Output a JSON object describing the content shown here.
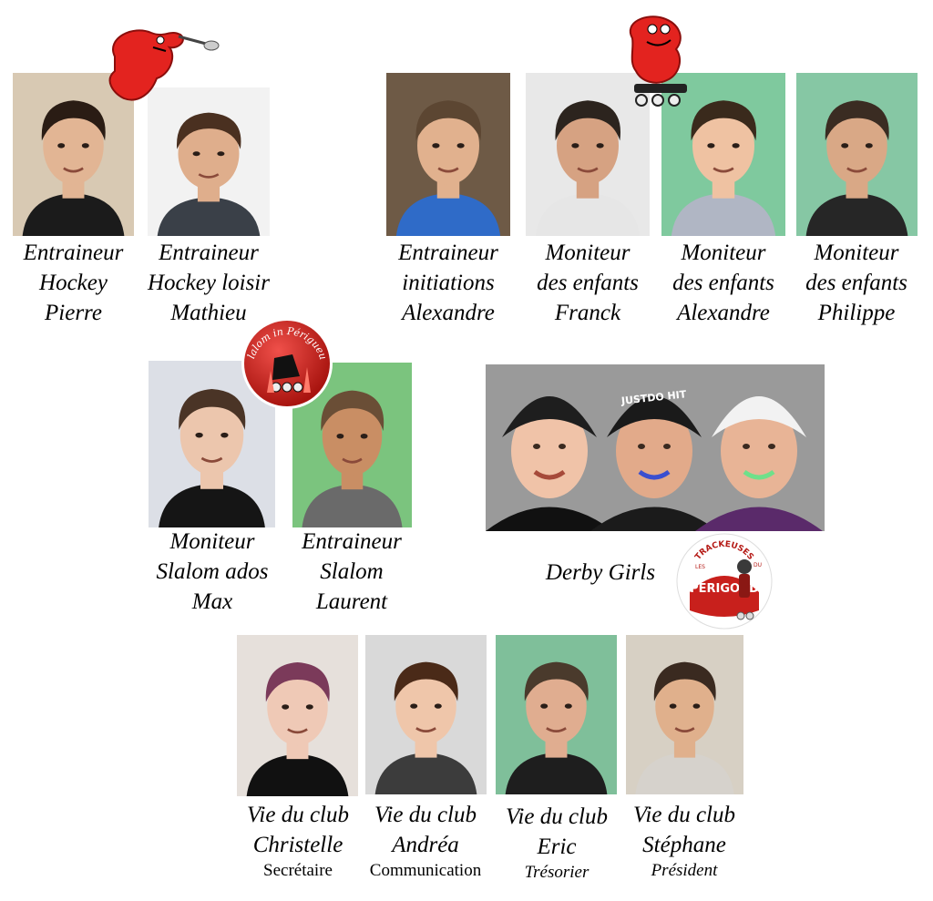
{
  "people": [
    {
      "id": "pierre",
      "lines": [
        "Entraineur",
        "Hockey",
        "Pierre"
      ],
      "bg": "#d8c9b3",
      "skin": "#e2b594",
      "hair": "#2a1c14",
      "shirt": "#1b1b1b"
    },
    {
      "id": "mathieu",
      "lines": [
        "Entraineur",
        "Hockey loisir",
        "Mathieu"
      ],
      "bg": "#f2f2f2",
      "skin": "#dfae8c",
      "hair": "#4a3020",
      "shirt": "#3a4048"
    },
    {
      "id": "alexandre-init",
      "lines": [
        "Entraineur",
        "initiations",
        "Alexandre"
      ],
      "bg": "#6e5a46",
      "skin": "#e1b18e",
      "hair": "#5c4632",
      "shirt": "#2f6bc8"
    },
    {
      "id": "franck",
      "lines": [
        "Moniteur",
        "des enfants",
        "Franck"
      ],
      "bg": "#e8e8e8",
      "skin": "#d6a282",
      "hair": "#2c241e",
      "shirt": "#e6e6e6"
    },
    {
      "id": "alexandre-enf",
      "lines": [
        "Moniteur",
        "des enfants",
        "Alexandre"
      ],
      "bg": "#7fc99e",
      "skin": "#efc2a2",
      "hair": "#3a2a1c",
      "shirt": "#b0b6c4"
    },
    {
      "id": "philippe",
      "lines": [
        "Moniteur",
        "des enfants",
        "Philippe"
      ],
      "bg": "#86c7a4",
      "skin": "#d9a886",
      "hair": "#3a2c22",
      "shirt": "#262626"
    },
    {
      "id": "max",
      "lines": [
        "Moniteur",
        "Slalom ados",
        "Max"
      ],
      "bg": "#dcdfe6",
      "skin": "#ecc6ad",
      "hair": "#4a3426",
      "shirt": "#151515"
    },
    {
      "id": "laurent",
      "lines": [
        "Entraineur",
        "Slalom",
        "Laurent"
      ],
      "bg": "#7bc47e",
      "skin": "#c98e64",
      "hair": "#6a4e36",
      "shirt": "#6a6a6a"
    },
    {
      "id": "christelle",
      "lines": [
        "Vie du club",
        "Christelle"
      ],
      "role": "Secrétaire",
      "role_italic": false,
      "bg": "#e6e0db",
      "skin": "#efc9b6",
      "hair": "#7b3a5a",
      "shirt": "#111111"
    },
    {
      "id": "andrea",
      "lines": [
        "Vie du club",
        "Andréa"
      ],
      "role": "Communication",
      "role_italic": false,
      "bg": "#d9d9d9",
      "skin": "#efc6aa",
      "hair": "#4a2a18",
      "shirt": "#3c3c3c"
    },
    {
      "id": "eric",
      "lines": [
        "Vie du club",
        "Eric"
      ],
      "role": "Trésorier",
      "role_italic": true,
      "bg": "#7fbf9a",
      "skin": "#e0ad90",
      "hair": "#4a3a2c",
      "shirt": "#1e1e1e"
    },
    {
      "id": "stephane",
      "lines": [
        "Vie du club",
        "Stéphane"
      ],
      "role": "Président",
      "role_italic": true,
      "bg": "#d7d0c4",
      "skin": "#e0b08c",
      "hair": "#3a2a20",
      "shirt": "#d6d2cc"
    }
  ],
  "derby": {
    "label": "Derby Girls",
    "helmet_text": "JUSTDO HIT",
    "bg": "#9a9a9a"
  },
  "logos": {
    "slalom_text": "Slalom in Périgueux",
    "trackeuses_top": "TRACKEUSES",
    "trackeuses_small": "LES",
    "trackeuses_du": "DU",
    "trackeuses_bottom": "PERIGORD"
  },
  "colors": {
    "accent_red": "#e3231f",
    "logo_red": "#c8201c"
  }
}
